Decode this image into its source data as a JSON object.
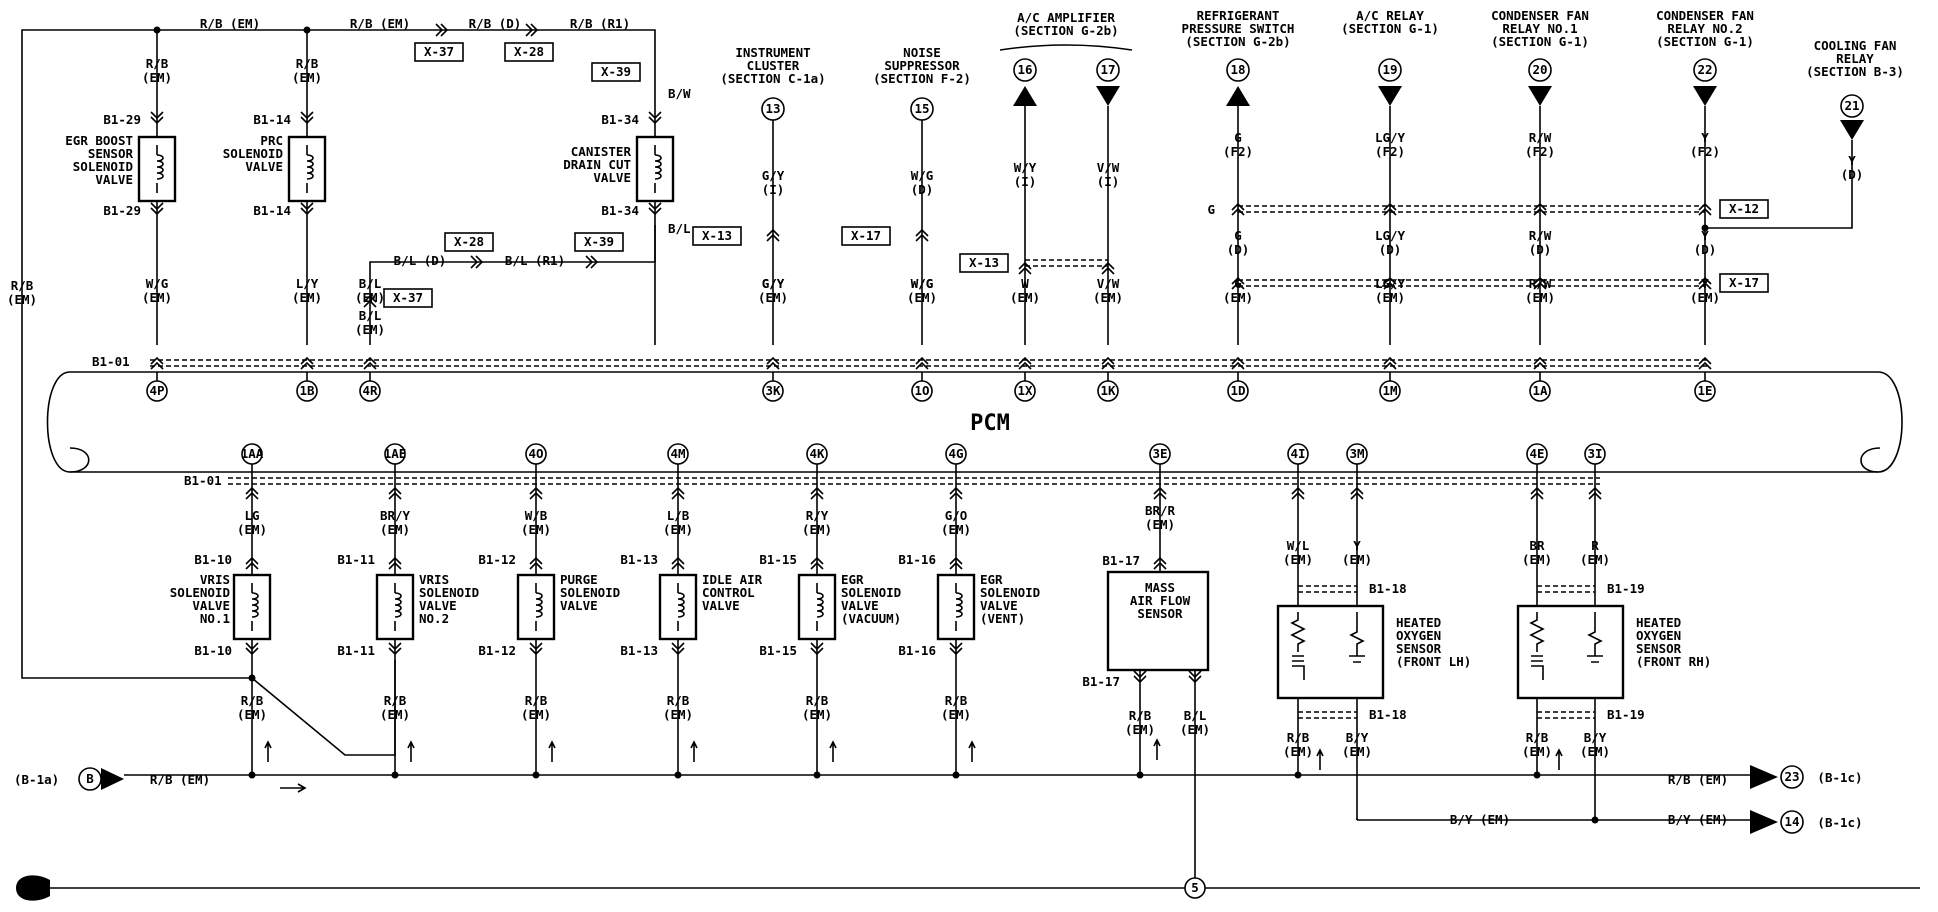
{
  "pcm_label": "PCM",
  "top_connector": "B1-01",
  "bottom_connector": "B1-01",
  "top_wires": [
    {
      "id": "w4p",
      "pin": "4P",
      "wire": "W/G",
      "loc": "(EM)",
      "conn": "B1-29",
      "conn2": "B1-29",
      "comp": [
        "EGR BOOST",
        "SENSOR",
        "SOLENOID",
        "VALVE"
      ],
      "solenoid": true
    },
    {
      "id": "w1b",
      "pin": "1B",
      "wire": "L/Y",
      "loc": "(EM)",
      "conn": "B1-14",
      "conn2": "B1-14",
      "comp": [
        "PRC",
        "SOLENOID",
        "VALVE"
      ],
      "solenoid": true
    },
    {
      "id": "w4r",
      "pin": "4R",
      "wire": "B/L",
      "loc": "(EM)"
    },
    {
      "id": "w3k",
      "pin": "3K",
      "wire": "G/Y",
      "loc": "(EM)",
      "up_wire": "G/Y",
      "up_loc": "(I)",
      "cbox": "X-13",
      "sec": "13",
      "comp": [
        "INSTRUMENT",
        "CLUSTER",
        "(SECTION C-1a)"
      ]
    },
    {
      "id": "w1o",
      "pin": "1O",
      "wire": "W/G",
      "loc": "(EM)",
      "up_wire": "W/G",
      "up_loc": "(D)",
      "cbox": "X-17",
      "sec": "15",
      "comp": [
        "NOISE",
        "SUPPRESSOR",
        "(SECTION F-2)"
      ]
    },
    {
      "id": "w1x",
      "pin": "1X",
      "wire": "W",
      "loc": "(EM)",
      "up_wire": "W/Y",
      "up_loc": "(I)",
      "sec": "16"
    },
    {
      "id": "w1k",
      "pin": "1K",
      "wire": "V/W",
      "loc": "(EM)",
      "up_wire": "V/W",
      "up_loc": "(I)",
      "sec": "17"
    },
    {
      "id": "w1d",
      "pin": "1D",
      "wire": "G",
      "loc": "(EM)",
      "mid_wire": "G",
      "mid_loc": "(D)",
      "up_wire": "G",
      "up_loc": "(F2)",
      "sec": "18",
      "comp": [
        "REFRIGERANT",
        "PRESSURE SWITCH",
        "(SECTION G-2b)"
      ]
    },
    {
      "id": "w1m",
      "pin": "1M",
      "wire": "LG/Y",
      "loc": "(EM)",
      "mid_wire": "LG/Y",
      "mid_loc": "(D)",
      "up_wire": "LG/Y",
      "up_loc": "(F2)",
      "sec": "19",
      "comp": [
        "A/C RELAY",
        "(SECTION G-1)"
      ]
    },
    {
      "id": "w1a",
      "pin": "1A",
      "wire": "R/W",
      "loc": "(EM)",
      "mid_wire": "R/W",
      "mid_loc": "(D)",
      "up_wire": "R/W",
      "up_loc": "(F2)",
      "sec": "20",
      "comp": [
        "CONDENSER FAN",
        "RELAY NO.1",
        "(SECTION G-1)"
      ]
    },
    {
      "id": "w1e",
      "pin": "1E",
      "wire": "Y",
      "loc": "(EM)",
      "mid_wire": "Y",
      "mid_loc": "(D)",
      "up_wire": "Y",
      "up_loc": "(F2)",
      "sec": "22",
      "comp": [
        "CONDENSER FAN",
        "RELAY NO.2",
        "(SECTION G-1)"
      ]
    }
  ],
  "ac_amplifier": [
    "A/C AMPLIFIER",
    "(SECTION G-2b)"
  ],
  "cooling_fan": {
    "sec": "21",
    "wire": "Y",
    "loc": "(D)",
    "comp": [
      "COOLING FAN",
      "RELAY",
      "(SECTION B-3)"
    ]
  },
  "canister": {
    "comp": [
      "CANISTER",
      "DRAIN CUT",
      "VALVE"
    ],
    "conn": "B1-34",
    "conn2": "B1-34",
    "wire_top": "B/W",
    "wire_bot": "B/L",
    "cbox_top": "X-39",
    "route": [
      "B/L (D)",
      "B/L (R1)"
    ],
    "cbox_route": [
      "X-28",
      "X-39"
    ],
    "cbox_left": "X-37"
  },
  "top_supply": {
    "segments": [
      "R/B (EM)",
      "R/B (EM)",
      "R/B (D)",
      "R/B (R1)"
    ],
    "boxes": [
      "X-37",
      "X-28"
    ],
    "left_vertical": "R/B",
    "left_vertical_loc": "(EM)"
  },
  "ground_branch_g": "G",
  "cboxes_right": [
    "X-12",
    "X-17"
  ],
  "bottom_wires": [
    {
      "id": "b1aa",
      "pin": "1AA",
      "wire": "LG",
      "loc": "(EM)",
      "conn": "B1-10",
      "conn2": "B1-10",
      "comp": [
        "VRIS",
        "SOLENOID",
        "VALVE",
        "NO.1"
      ]
    },
    {
      "id": "b1ae",
      "pin": "1AE",
      "wire": "BR/Y",
      "loc": "(EM)",
      "conn": "B1-11",
      "conn2": "B1-11",
      "comp": [
        "VRIS",
        "SOLENOID",
        "VALVE",
        "NO.2"
      ]
    },
    {
      "id": "b4o",
      "pin": "4O",
      "wire": "W/B",
      "loc": "(EM)",
      "conn": "B1-12",
      "conn2": "B1-12",
      "comp": [
        "PURGE",
        "SOLENOID",
        "VALVE"
      ]
    },
    {
      "id": "b4m",
      "pin": "4M",
      "wire": "L/B",
      "loc": "(EM)",
      "conn": "B1-13",
      "conn2": "B1-13",
      "comp": [
        "IDLE AIR",
        "CONTROL",
        "VALVE"
      ]
    },
    {
      "id": "b4k",
      "pin": "4K",
      "wire": "R/Y",
      "loc": "(EM)",
      "conn": "B1-15",
      "conn2": "B1-15",
      "comp": [
        "EGR",
        "SOLENOID",
        "VALVE",
        "(VACUUM)"
      ]
    },
    {
      "id": "b4g",
      "pin": "4G",
      "wire": "G/O",
      "loc": "(EM)",
      "conn": "B1-16",
      "conn2": "B1-16",
      "comp": [
        "EGR",
        "SOLENOID",
        "VALVE",
        "(VENT)"
      ]
    }
  ],
  "maf": {
    "pin": "3E",
    "wire": "BR/R",
    "loc": "(EM)",
    "conn": "B1-17",
    "conn2": "B1-17",
    "comp": [
      "MASS",
      "AIR FLOW",
      "SENSOR"
    ],
    "out1": "R/B",
    "out2": "B/L"
  },
  "ho2_lh": {
    "pins": [
      "4I",
      "3M"
    ],
    "wires": [
      "W/L",
      "Y"
    ],
    "conn": "B1-18",
    "comp": [
      "HEATED",
      "OXYGEN",
      "SENSOR",
      "(FRONT LH)"
    ],
    "out": [
      "R/B",
      "B/Y"
    ]
  },
  "ho2_rh": {
    "pins": [
      "4E",
      "3I"
    ],
    "wires": [
      "BR",
      "R"
    ],
    "conn": "B1-19",
    "comp": [
      "HEATED",
      "OXYGEN",
      "SENSOR",
      "(FRONT RH)"
    ],
    "out": [
      "R/B",
      "B/Y"
    ]
  },
  "supply_bus": {
    "ref": "(B-1a)",
    "node": "B",
    "wire": "R/B (EM)",
    "sub_wire": "R/B",
    "sub_loc": "(EM)",
    "right": [
      {
        "wire": "R/B (EM)",
        "node": "23",
        "ref": "(B-1c)"
      },
      {
        "wire": "B/Y (EM)",
        "node": "14",
        "ref": "(B-1c)"
      }
    ],
    "by_wire": "B/Y (EM)"
  },
  "ground": {
    "symbol": "G",
    "node": "5"
  }
}
